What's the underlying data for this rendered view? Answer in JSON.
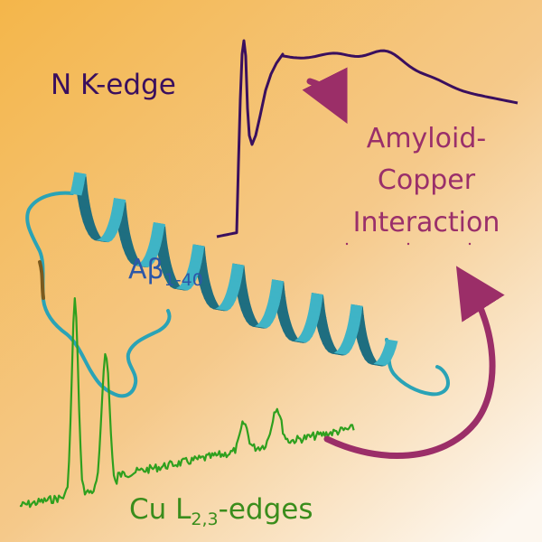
{
  "labels": {
    "n_edge": "N K-edge",
    "amyloid_line1": "Amyloid-",
    "amyloid_line2": "Copper",
    "amyloid_line3": "Interaction",
    "abeta_main": "Aβ",
    "abeta_sub": "1-40",
    "cu_main": "Cu L",
    "cu_sub": "2,3",
    "cu_tail": "-edges"
  },
  "colors": {
    "background_top": "#f2b94e",
    "background_bottom": "#fbf3e8",
    "n_edge": "#3a0f5e",
    "amyloid_text": "#9a2f6a",
    "arrow": "#9b2e68",
    "abeta_text": "#2c57a8",
    "cu_spectrum": "#2ea01e",
    "cu_text": "#3a8d1c",
    "helix": "#3fb4c6",
    "helix_dark": "#1f6e80"
  },
  "icons": [
    "curved-arrow-icon",
    "return-arrow-icon",
    "alpha-helix-icon"
  ]
}
